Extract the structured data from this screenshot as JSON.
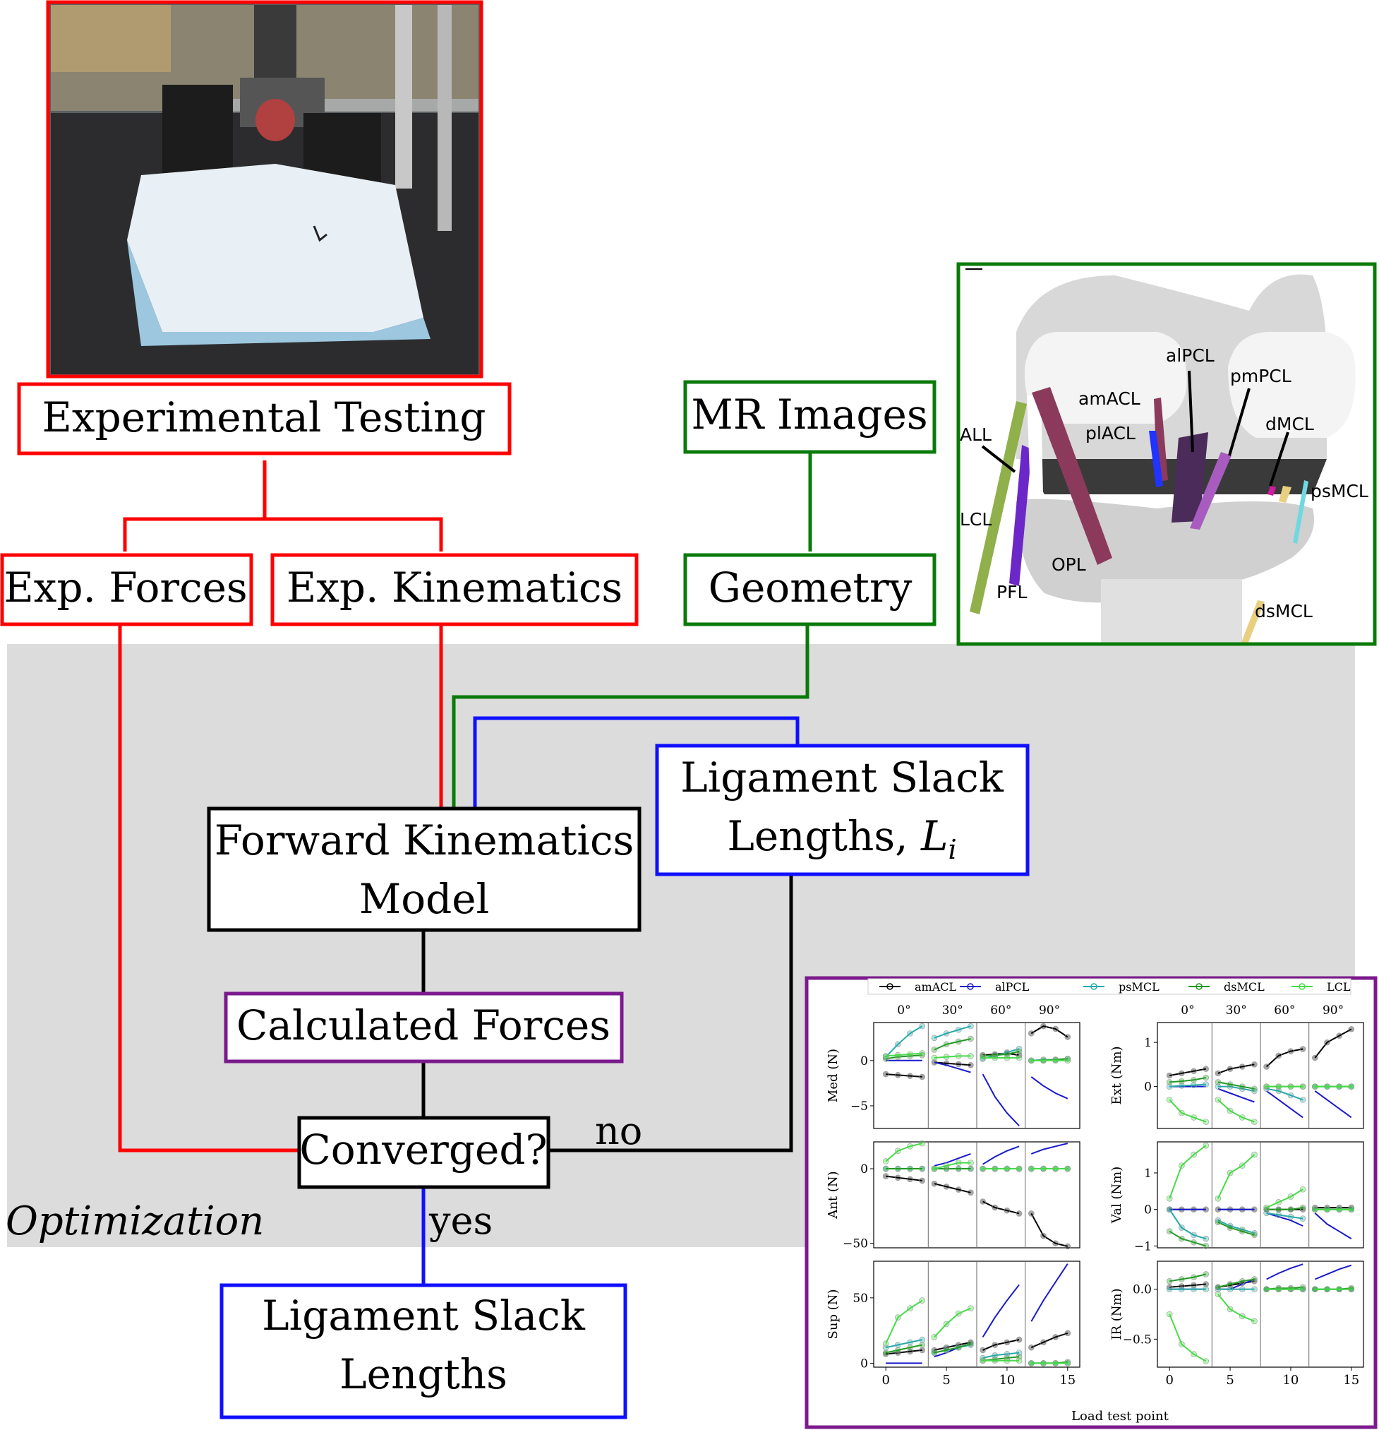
{
  "colors": {
    "red": "#ff0000",
    "green": "#0a7a0a",
    "blue": "#1010ff",
    "purple": "#7b1a8c",
    "black": "#000000",
    "gray_panel": "#dcdcdc"
  },
  "photo": {
    "icon": "robot-lab-photo"
  },
  "knee": {
    "icon": "knee-mri-render",
    "labels": [
      "alPCL",
      "pmPCL",
      "amACL",
      "plACL",
      "dMCL",
      "ALL",
      "psMCL",
      "LCL",
      "OPL",
      "PFL",
      "dsMCL"
    ]
  },
  "boxes": {
    "experimental_testing": "Experimental Testing",
    "mr_images": "MR Images",
    "exp_forces": "Exp. Forces",
    "exp_kinematics": "Exp. Kinematics",
    "geometry": "Geometry",
    "slack_lengths_line1": "Ligament Slack",
    "slack_lengths_line2": "Lengths, ",
    "slack_lengths_symbol": "L",
    "slack_lengths_sub": "i",
    "forward_line1": "Forward Kinematics",
    "forward_line2": "Model",
    "calculated_forces": "Calculated Forces",
    "converged": "Converged?",
    "final_line1": "Ligament Slack",
    "final_line2": "Lengths"
  },
  "edges": {
    "no": "no",
    "yes": "yes"
  },
  "region_label": "Optimization",
  "chart_data": {
    "type": "line",
    "xlabel": "Load test point",
    "legend": [
      "amACL",
      "alPCL",
      "psMCL",
      "dsMCL",
      "LCL"
    ],
    "legend_placement": "top",
    "series_colors": {
      "amACL": "#000000",
      "alPCL": "#1a1acc",
      "psMCL": "#22aaaa",
      "dsMCL": "#1e9a1e",
      "LCL": "#44dd44"
    },
    "column_headers": [
      "0°",
      "30°",
      "60°",
      "90°"
    ],
    "x_ticks": [
      "0",
      "5",
      "10",
      "15"
    ],
    "xlim": [
      -1,
      16
    ],
    "panels": [
      {
        "ylabel": "Med (N)",
        "ylim": [
          -7.5,
          4.2
        ],
        "yticks": [
          0,
          -5
        ],
        "ytick_labels": [
          "0",
          "−5"
        ],
        "series": {
          "amACL": [
            -1.5,
            -1.6,
            -1.7,
            -1.8,
            -0.2,
            -0.3,
            -0.4,
            -0.5,
            0.6,
            0.7,
            0.8,
            0.6,
            3.0,
            3.8,
            3.5,
            2.6
          ],
          "alPCL": [
            0,
            0,
            0,
            0,
            -0.2,
            -0.5,
            -0.9,
            -1.3,
            -1.5,
            -4,
            -5.8,
            -7.2,
            -1.8,
            -2.8,
            -3.6,
            -4.2
          ],
          "psMCL": [
            0.4,
            1.8,
            3,
            3.8,
            2.5,
            3,
            3.4,
            3.8,
            0.2,
            0.5,
            0.9,
            1.3,
            0,
            0.1,
            0.1,
            0.2
          ],
          "dsMCL": [
            0.2,
            0.4,
            0.5,
            0.6,
            1.2,
            1.8,
            2.1,
            2.4,
            0.5,
            0.6,
            0.7,
            1,
            0,
            0,
            0.1,
            0.2
          ],
          "LCL": [
            0.5,
            0.6,
            0.7,
            0.8,
            0.3,
            0.4,
            0.5,
            0.5,
            0.3,
            0.3,
            0.3,
            0.3,
            0,
            0,
            0,
            0
          ]
        }
      },
      {
        "ylabel": "Ant (N)",
        "ylim": [
          -53,
          18
        ],
        "yticks": [
          0,
          -50
        ],
        "ytick_labels": [
          "0",
          "−50"
        ],
        "series": {
          "amACL": [
            -5,
            -6,
            -7,
            -8,
            -10,
            -12,
            -14,
            -16,
            -22,
            -26,
            -28,
            -30,
            -30,
            -45,
            -50,
            -52
          ],
          "alPCL": [
            0,
            0,
            0,
            0,
            2,
            4,
            7,
            10,
            3,
            8,
            12,
            15,
            10,
            13,
            15,
            17
          ],
          "psMCL": [
            0,
            0,
            0,
            0,
            0,
            0,
            0,
            0,
            0,
            0,
            0,
            0,
            0,
            0,
            0,
            0
          ],
          "dsMCL": [
            0,
            0,
            0,
            0,
            0,
            0,
            0,
            0,
            0,
            0,
            0,
            0,
            0,
            0,
            0,
            0
          ],
          "LCL": [
            5,
            12,
            15,
            17,
            0,
            2,
            4,
            4,
            0,
            0,
            0,
            0,
            0,
            0,
            0,
            0
          ]
        }
      },
      {
        "ylabel": "Sup (N)",
        "ylim": [
          -3,
          78
        ],
        "yticks": [
          0,
          50
        ],
        "ytick_labels": [
          "0",
          "50"
        ],
        "series": {
          "amACL": [
            7,
            8,
            9,
            10,
            10,
            12,
            14,
            16,
            10,
            14,
            16,
            18,
            12,
            16,
            20,
            23
          ],
          "alPCL": [
            0,
            0,
            0,
            0,
            5,
            8,
            12,
            15,
            20,
            35,
            48,
            60,
            32,
            48,
            62,
            76
          ],
          "psMCL": [
            12,
            14,
            16,
            18,
            8,
            10,
            12,
            14,
            4,
            6,
            7,
            8,
            0,
            0,
            0,
            0
          ],
          "dsMCL": [
            8,
            10,
            12,
            14,
            8,
            10,
            12,
            15,
            2,
            3,
            4,
            5,
            0,
            0,
            0,
            1
          ],
          "LCL": [
            15,
            35,
            42,
            48,
            20,
            30,
            38,
            42,
            2,
            2,
            2,
            2,
            0,
            0,
            0,
            0
          ]
        }
      },
      {
        "ylabel": "Ext (Nm)",
        "ylim": [
          -0.95,
          1.45
        ],
        "yticks": [
          1,
          0
        ],
        "ytick_labels": [
          "1",
          "0"
        ],
        "series": {
          "amACL": [
            0.25,
            0.3,
            0.35,
            0.4,
            0.3,
            0.4,
            0.45,
            0.5,
            0.45,
            0.7,
            0.8,
            0.85,
            0.65,
            1.0,
            1.15,
            1.3
          ],
          "alPCL": [
            0,
            0,
            0,
            0,
            -0.05,
            -0.15,
            -0.25,
            -0.35,
            -0.1,
            -0.3,
            -0.5,
            -0.7,
            -0.1,
            -0.3,
            -0.5,
            -0.7
          ],
          "psMCL": [
            0,
            0.02,
            0.03,
            0.05,
            0,
            0,
            -0.05,
            -0.1,
            -0.05,
            -0.1,
            -0.2,
            -0.3,
            0,
            0,
            0,
            0
          ],
          "dsMCL": [
            0.1,
            0.12,
            0.15,
            0.2,
            0.1,
            0.05,
            0,
            -0.05,
            0,
            0,
            0,
            0,
            0,
            0,
            0,
            0
          ],
          "LCL": [
            -0.3,
            -0.6,
            -0.7,
            -0.8,
            -0.3,
            -0.55,
            -0.7,
            -0.8,
            0,
            0,
            0,
            0,
            0,
            0,
            0,
            0
          ]
        }
      },
      {
        "ylabel": "Val (Nm)",
        "ylim": [
          -1.05,
          1.85
        ],
        "yticks": [
          1,
          0,
          -1
        ],
        "ytick_labels": [
          "1",
          "0",
          "−1"
        ],
        "series": {
          "amACL": [
            0,
            0,
            0,
            0,
            0,
            0,
            0,
            0,
            0,
            0,
            0,
            0,
            0.05,
            0.05,
            0.05,
            0.05
          ],
          "alPCL": [
            0,
            0,
            0,
            0,
            0,
            0,
            0,
            0,
            -0.1,
            -0.2,
            -0.3,
            -0.45,
            -0.1,
            -0.4,
            -0.6,
            -0.8
          ],
          "psMCL": [
            0,
            -0.5,
            -0.7,
            -0.8,
            -0.3,
            -0.45,
            -0.55,
            -0.65,
            -0.1,
            -0.15,
            -0.2,
            -0.25,
            0,
            0,
            0,
            0
          ],
          "dsMCL": [
            -0.6,
            -0.8,
            -0.9,
            -1.0,
            -0.35,
            -0.5,
            -0.6,
            -0.7,
            0,
            0,
            0,
            0.05,
            0,
            0,
            0,
            0
          ],
          "LCL": [
            0.3,
            1.2,
            1.5,
            1.75,
            0.3,
            1.0,
            1.2,
            1.5,
            0.05,
            0.2,
            0.35,
            0.55,
            0,
            0,
            0,
            0
          ]
        }
      },
      {
        "ylabel": "IR (Nm)",
        "ylim": [
          -0.78,
          0.28
        ],
        "yticks": [
          0,
          -0.5
        ],
        "ytick_labels": [
          "0.0",
          "−0.5"
        ],
        "series": {
          "amACL": [
            0.02,
            0.03,
            0.04,
            0.05,
            0.02,
            0.04,
            0.06,
            0.08,
            0,
            0,
            0,
            0,
            0,
            0,
            0,
            0
          ],
          "alPCL": [
            0,
            0,
            0,
            0,
            0,
            0,
            0.05,
            0.1,
            0.1,
            0.16,
            0.21,
            0.25,
            0.1,
            0.15,
            0.2,
            0.24
          ],
          "psMCL": [
            0,
            0,
            0,
            0,
            0,
            0,
            0,
            0,
            0,
            0,
            0,
            0,
            0,
            0,
            0,
            0
          ],
          "dsMCL": [
            0.08,
            0.1,
            0.12,
            0.15,
            0.02,
            0.05,
            0.08,
            0.1,
            0,
            0.01,
            0.01,
            0.02,
            0,
            0,
            0,
            0.01
          ],
          "LCL": [
            -0.25,
            -0.55,
            -0.65,
            -0.72,
            -0.05,
            -0.2,
            -0.27,
            -0.32,
            0,
            0,
            0,
            0,
            0,
            0,
            0,
            0
          ]
        }
      }
    ]
  }
}
